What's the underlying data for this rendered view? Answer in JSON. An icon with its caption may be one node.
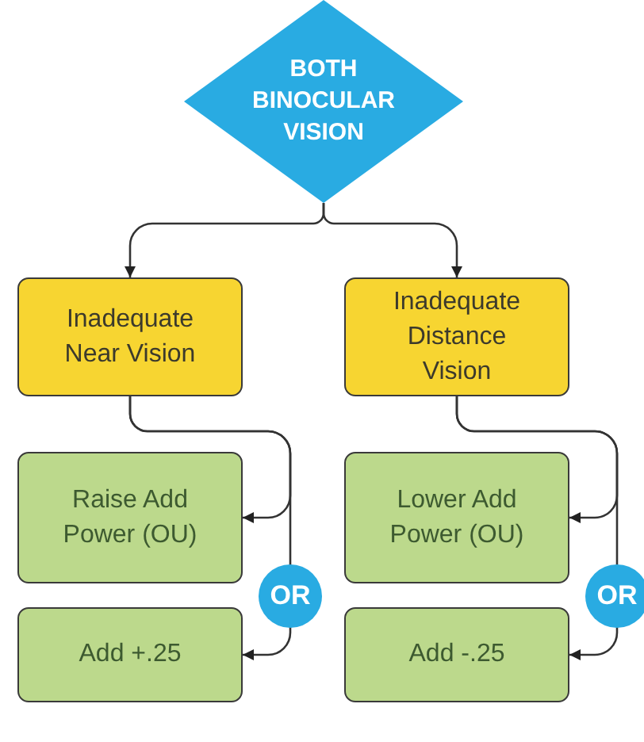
{
  "diagram": {
    "nodes": [
      {
        "text": [
          "BOTH BINOCULAR VISION"
        ]
      },
      {
        "text": [
          "Inadequate Near Vision"
        ]
      },
      {
        "text": [
          "Inadequate Distance Vision"
        ]
      },
      {
        "text": [
          "Raise Add Power (OU)"
        ]
      },
      {
        "text": [
          "Add +.25"
        ]
      },
      {
        "text": [
          "Lower Add Power (OU)"
        ]
      },
      {
        "text": [
          "Add -.25"
        ]
      }
    ],
    "edges": [
      {
        "from": 0,
        "to": 1,
        "arrow": "to"
      },
      {
        "from": 0,
        "to": 2,
        "arrow": "to"
      },
      {
        "from": 1,
        "to": 3,
        "arrow": "to"
      },
      {
        "from": 1,
        "to": 4,
        "arrow": "to",
        "label": "OR"
      },
      {
        "from": 2,
        "to": 5,
        "arrow": "to"
      },
      {
        "from": 2,
        "to": 6,
        "arrow": "to",
        "label": "OR"
      }
    ]
  }
}
